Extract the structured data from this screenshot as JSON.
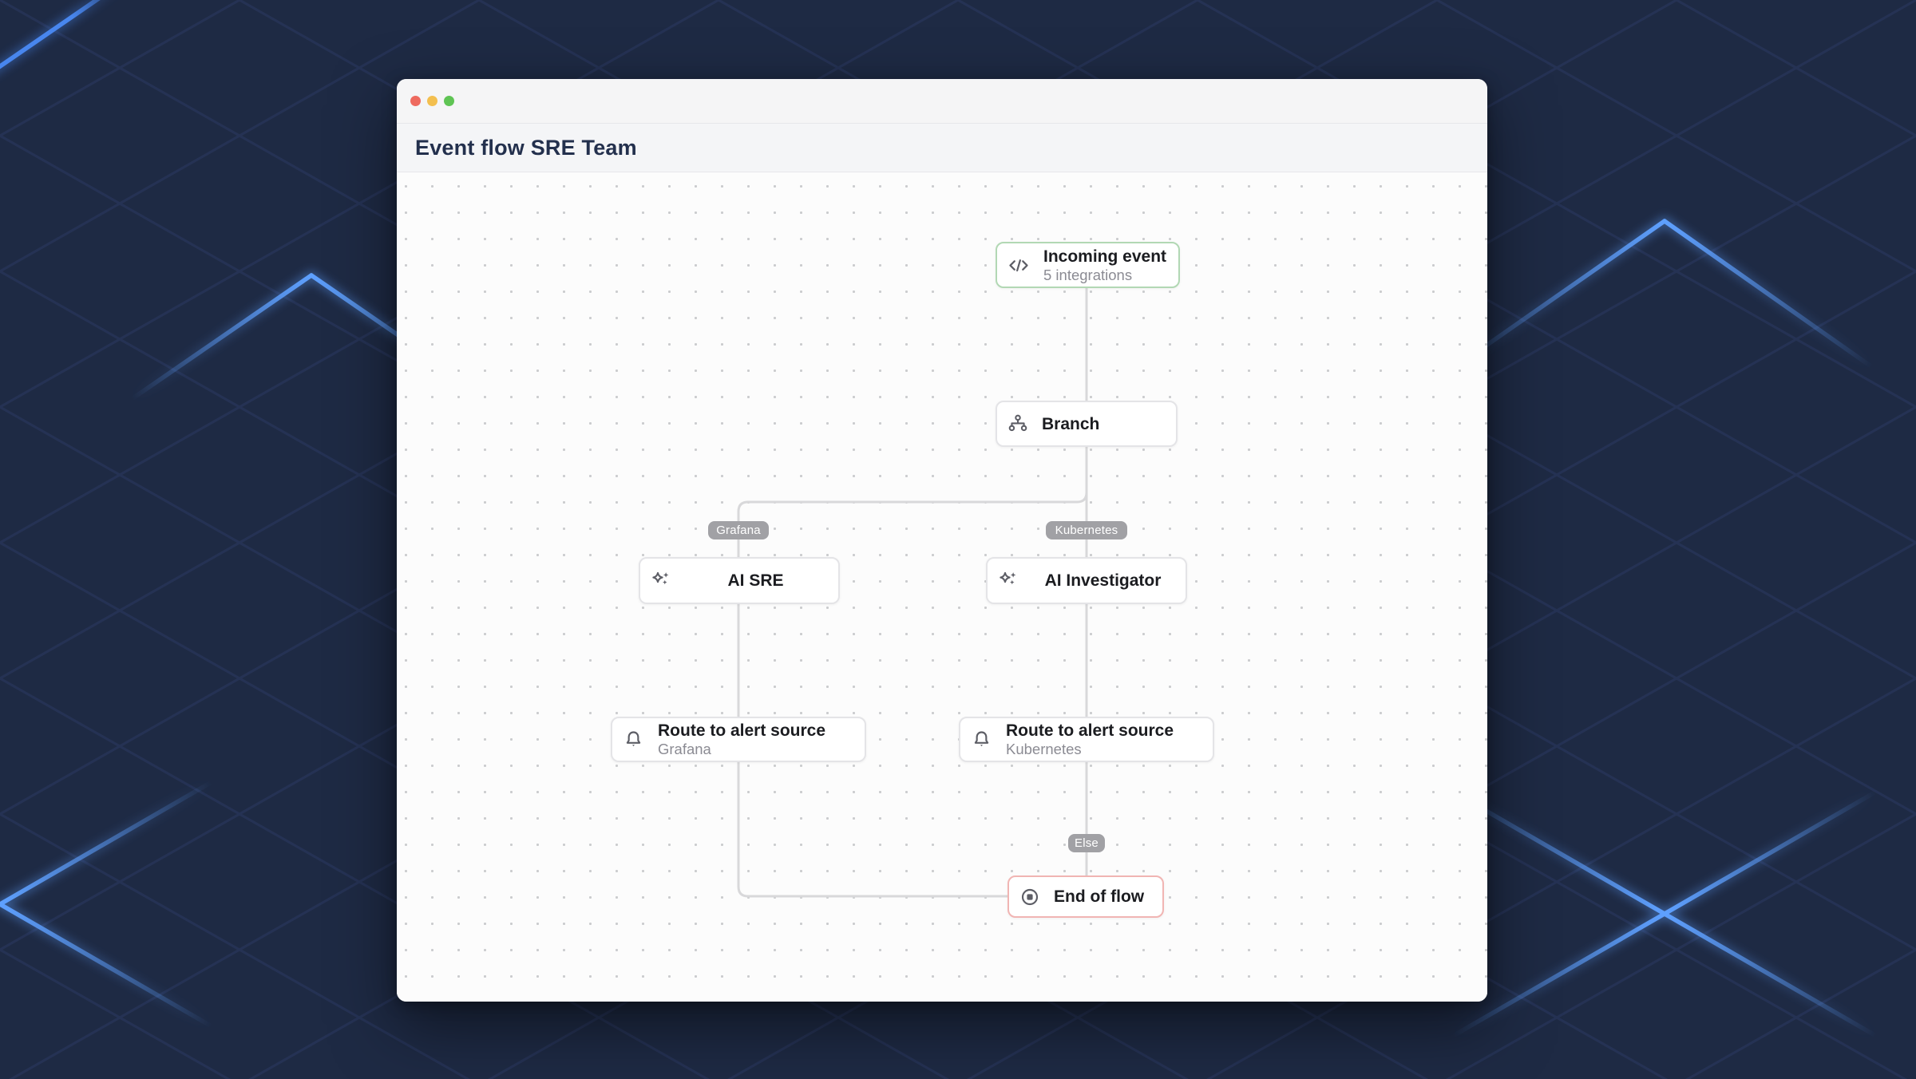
{
  "window": {
    "title": "Event flow SRE Team",
    "traffic_lights": {
      "close": "#ee6a5f",
      "minimize": "#f3bf4f",
      "zoom": "#5fc454"
    }
  },
  "flow": {
    "nodes": [
      {
        "id": "incoming-event",
        "title": "Incoming event",
        "subtitle": "5 integrations",
        "icon": "code-icon",
        "accent_border": "#b2d8b4"
      },
      {
        "id": "branch",
        "title": "Branch",
        "icon": "branch-icon"
      },
      {
        "id": "ai-sre",
        "title": "AI SRE",
        "icon": "sparkles-icon"
      },
      {
        "id": "ai-investigator",
        "title": "AI Investigator",
        "icon": "sparkles-icon"
      },
      {
        "id": "route-grafana",
        "title": "Route to alert source",
        "subtitle": "Grafana",
        "icon": "bell-icon"
      },
      {
        "id": "route-k8s",
        "title": "Route to alert source",
        "subtitle": "Kubernetes",
        "icon": "bell-icon"
      },
      {
        "id": "end-of-flow",
        "title": "End of flow",
        "icon": "stop-icon",
        "accent_border": "#f1b5b3"
      }
    ],
    "edge_labels": [
      {
        "id": "grafana",
        "text": "Grafana"
      },
      {
        "id": "kubernetes",
        "text": "Kubernetes"
      },
      {
        "id": "else",
        "text": "Else"
      }
    ]
  },
  "colors": {
    "background": "#1e2a44",
    "lattice_line": "#2e3d68",
    "accent_blue": "#4b8dfb",
    "canvas": "#fcfcfc",
    "connector": "#d8d8da",
    "node_border": "#e4e4e7",
    "pill": "#a1a1a5"
  }
}
